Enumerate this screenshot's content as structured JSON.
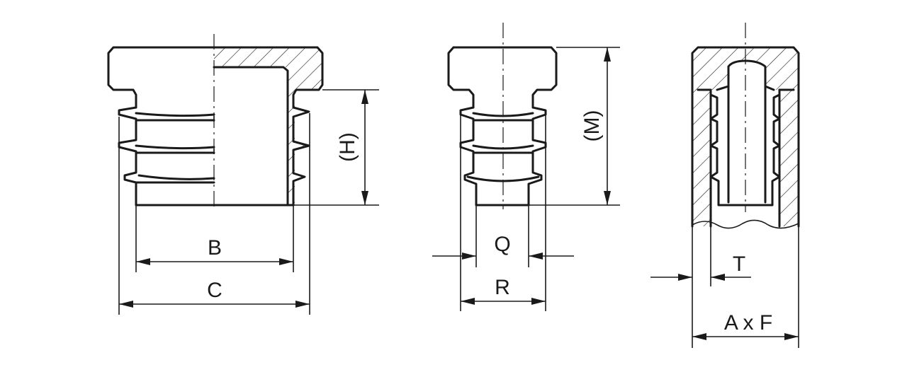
{
  "dimensions": {
    "b": "B",
    "c": "C",
    "h": "(H)",
    "q": "Q",
    "r": "R",
    "m": "(M)",
    "t": "T",
    "axf": "A x F"
  },
  "colors": {
    "line": "#1a1a1a",
    "background": "#ffffff"
  }
}
